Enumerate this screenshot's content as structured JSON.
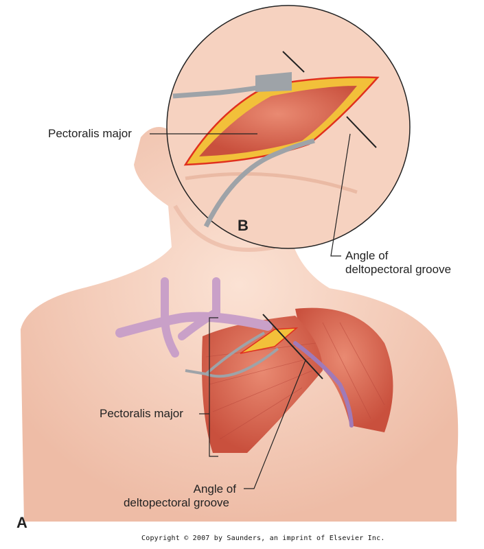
{
  "figure": {
    "panel_a_letter": "A",
    "panel_b_letter": "B",
    "inset_labels": {
      "muscle": "Pectoralis major",
      "groove_line1": "Angle of",
      "groove_line2": "deltopectoral groove"
    },
    "main_labels": {
      "muscle": "Pectoralis major",
      "groove_line1": "Angle of",
      "groove_line2": "deltopectoral groove"
    },
    "copyright": "Copyright © 2007 by Saunders, an imprint of Elsevier Inc.",
    "colors": {
      "skin": "#f6d2c0",
      "muscle": "#d9654f",
      "vein": "#c9a0c8",
      "incision_edge": "#e0301e",
      "fat": "#f2c03a",
      "retractor": "#9ea3a8"
    }
  }
}
